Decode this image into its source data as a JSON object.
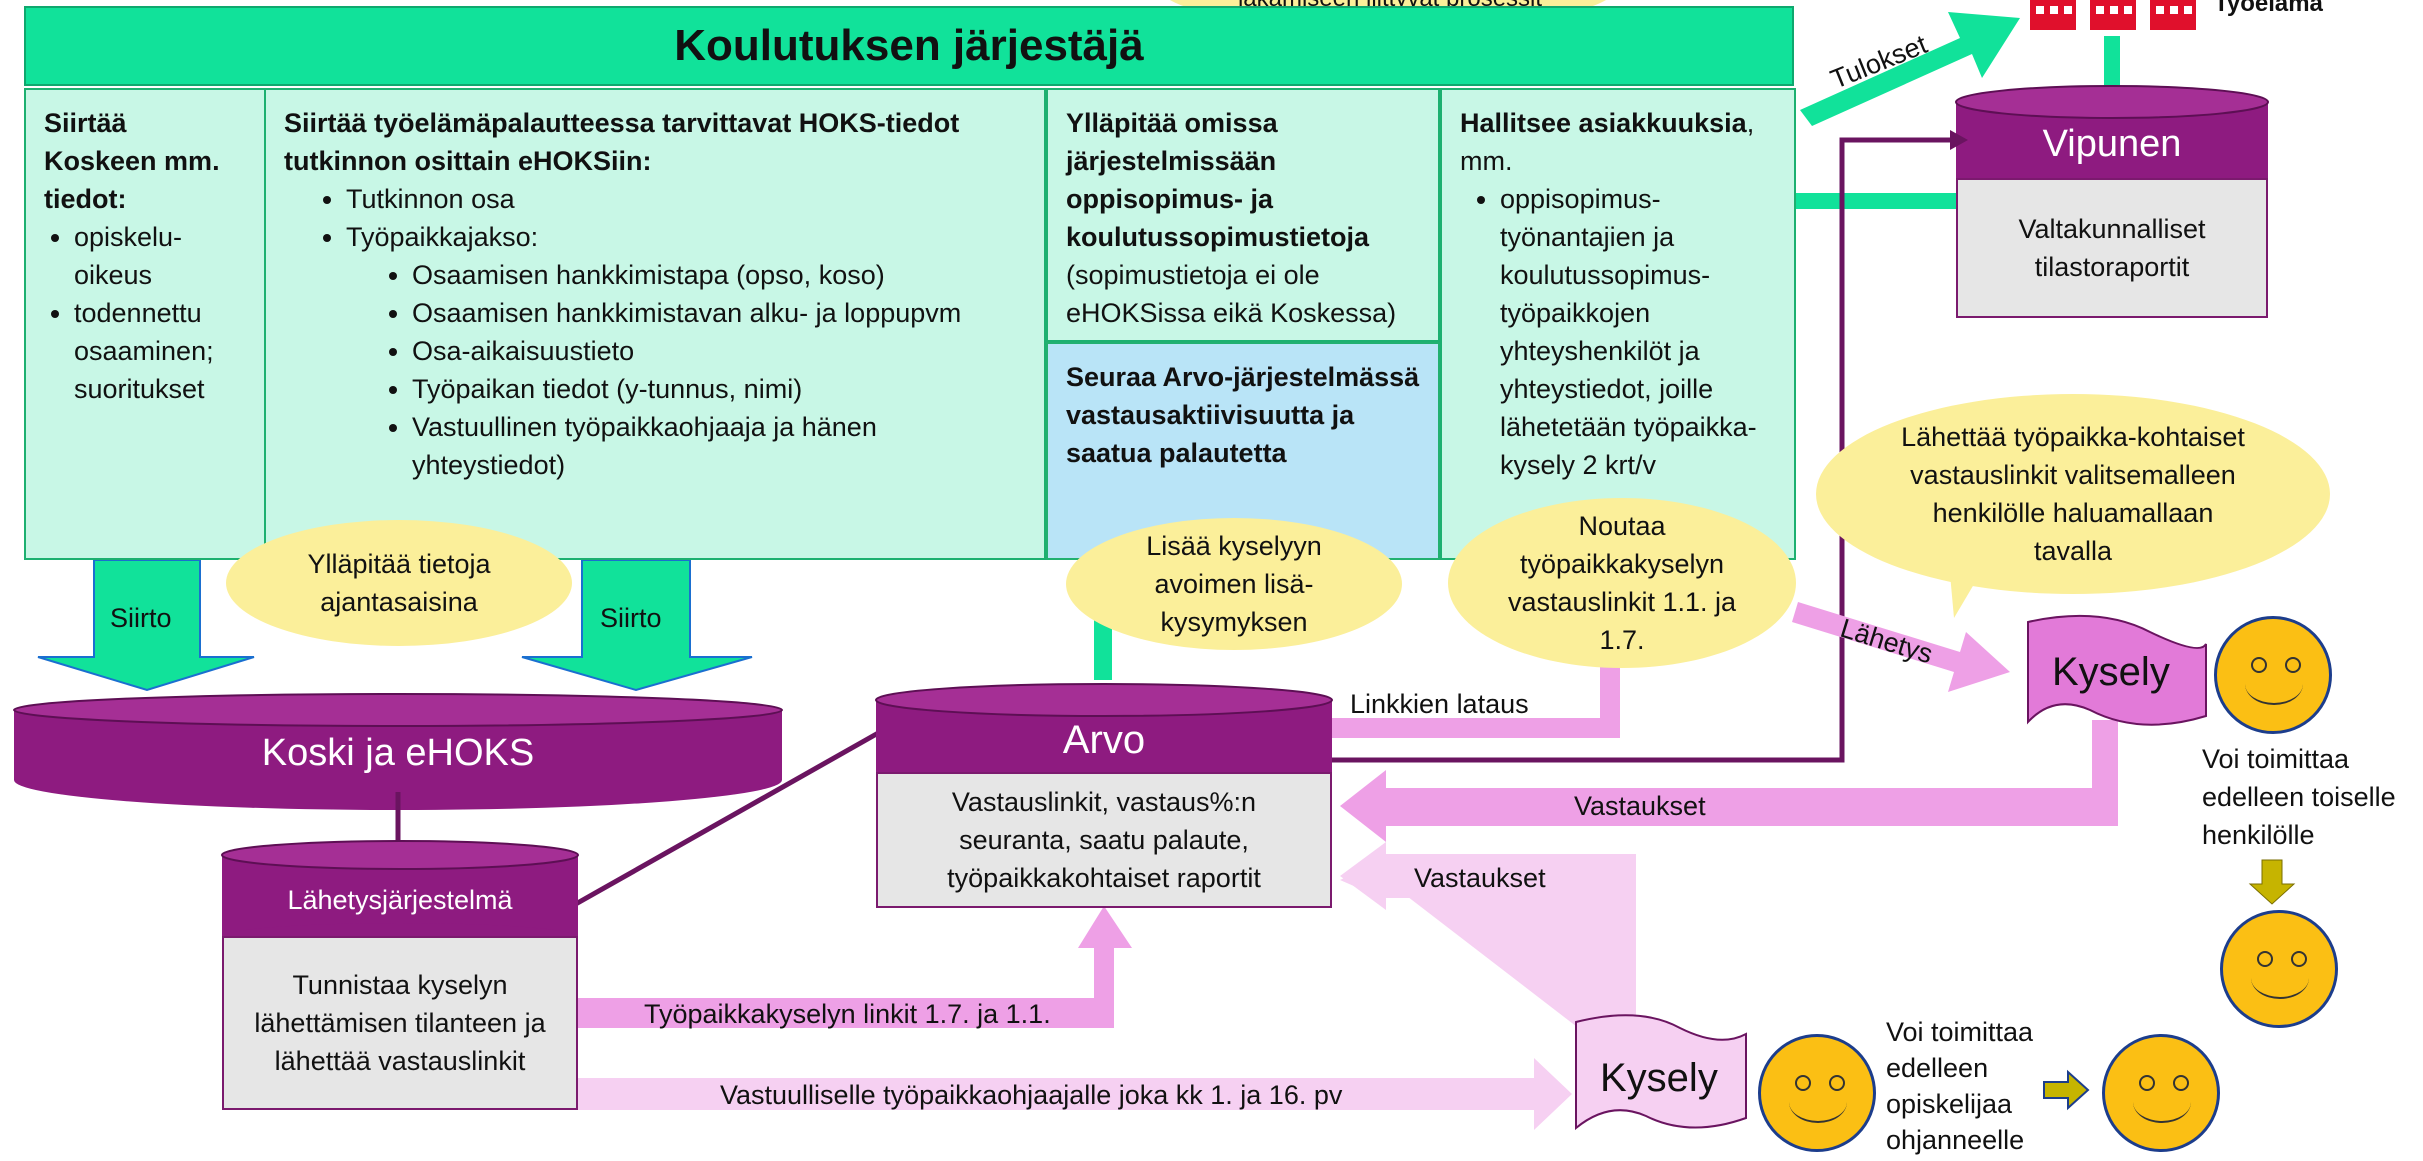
{
  "header": {
    "title": "Koulutuksen järjestäjä",
    "top_bubble_partial": "jakamiseen liittyvät prosessit",
    "work_life_label": "Työelämä"
  },
  "panels": {
    "koski": {
      "title": "Siirtää Koskeen mm. tiedot:",
      "items": [
        "opiskelu-oikeus",
        "todennettu osaaminen; suoritukset"
      ]
    },
    "hoks": {
      "title": "Siirtää työelämäpalautteessa tarvittavat HOKS-tiedot tutkinnon osittain eHOKSiin:",
      "items": [
        "Tutkinnon osa",
        "Työpaikkajakso:"
      ],
      "subitems": [
        "Osaamisen hankkimistapa (opso, koso)",
        "Osaamisen hankkimistavan alku- ja loppupvm",
        "Osa-aikaisuustieto",
        "Työpaikan tiedot (y-tunnus, nimi)",
        "Vastuullinen työpaikkaohjaaja ja hänen yhteystiedot)"
      ]
    },
    "contracts": {
      "title": "Ylläpitää omissa järjestelmissään oppisopimus- ja koulutussopimustietoja",
      "note": "(sopimustietoja ei ole eHOKSissa eikä Koskessa)"
    },
    "arvo_follow": {
      "title": "Seuraa Arvo-järjestelmässä vastausaktiivisuutta ja saatua palautetta"
    },
    "customers": {
      "title": "Hallitsee asiakkuuksia",
      "title_suffix": ", mm.",
      "item": "oppisopimus-työnantajien ja koulutussopimus-työpaikkojen yhteyshenkilöt ja yhteystiedot, joille lähetetään työpaikka-kysely 2 krt/v"
    }
  },
  "bubbles": {
    "maintain": "Ylläpitää tietoja ajantasaisina",
    "add_question": "Lisää kyselyyn avoimen lisä-kysymyksen",
    "fetch_links": "Noutaa työpaikkakyselyn vastauslinkit 1.1. ja 1.7.",
    "send_links": "Lähettää työpaikka-kohtaiset vastauslinkit valitsemalleen henkilölle haluamallaan tavalla"
  },
  "systems": {
    "koski": {
      "title": "Koski ja eHOKS"
    },
    "arvo": {
      "title": "Arvo",
      "body": "Vastauslinkit, vastaus%:n seuranta, saatu palaute, työpaikkakohtaiset raportit"
    },
    "sender": {
      "title": "Lähetysjärjestelmä",
      "body": "Tunnistaa kyselyn lähettämisen tilanteen ja lähettää vastauslinkit"
    },
    "vipunen": {
      "title": "Vipunen",
      "body": "Valtakunnalliset tilastoraportit"
    }
  },
  "arrows": {
    "siirto_left": "Siirto",
    "siirto_right": "Siirto",
    "tulokset": "Tulokset",
    "linkkien_lataus": "Linkkien lataus",
    "lahetys": "Lähetys",
    "vastaukset_top": "Vastaukset",
    "vastaukset_bottom": "Vastaukset",
    "links_dates": "Työpaikkakyselyn linkit 1.7. ja 1.1.",
    "supervisor": "Vastuulliselle työpaikkaohjaajalle joka kk 1. ja 16. pv"
  },
  "survey": {
    "flag_top": "Kysely",
    "flag_bottom": "Kysely",
    "forward_other": "Voi toimittaa edelleen toiselle henkilölle",
    "forward_student": "Voi toimittaa edelleen opiskelijaa ohjanneelle"
  },
  "colors": {
    "header_green": "#11e29a",
    "panel_green": "#c8f7e6",
    "panel_blue": "#b9e4f7",
    "system_purple": "#8e1b80",
    "bubble_yellow": "#fbef9a",
    "arrow_pink": "#eea0e6",
    "arrow_light_pink": "#f6d0f2",
    "face_yellow": "#fbbf14",
    "workplace_red": "#e0102c"
  },
  "icons": [
    "workplace-building-icon",
    "smiley-face-icon",
    "down-arrow-icon",
    "right-arrow-icon"
  ]
}
